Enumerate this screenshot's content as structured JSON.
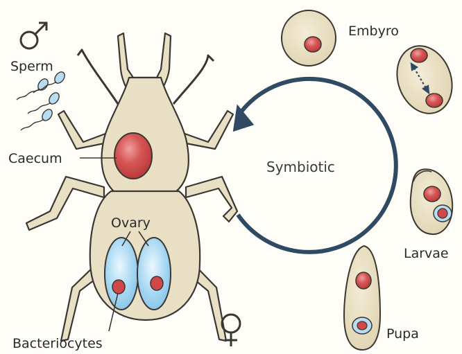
{
  "colors": {
    "body_fill": "#e8dfc4",
    "outline": "#3a3632",
    "organ_red": "#cf4a4a",
    "ovary_blue": "#9fd3ee",
    "cycle_stroke": "#2f4a62",
    "background": "#fffdf7"
  },
  "labels": {
    "male_symbol": "♂",
    "female_symbol": "♀",
    "sperm": "Sperm",
    "caecum": "Caecum",
    "ovary": "Ovary",
    "bacteriocytes": "Bacteriocytes",
    "cycle_center": "Symbiotic",
    "embryo": "Embyro",
    "larvae": "Larvae",
    "pupa": "Pupa"
  },
  "icons": [
    "male-symbol-icon",
    "female-symbol-icon",
    "sperm-icon",
    "cycle-arrow-icon",
    "double-arrow-icon"
  ]
}
